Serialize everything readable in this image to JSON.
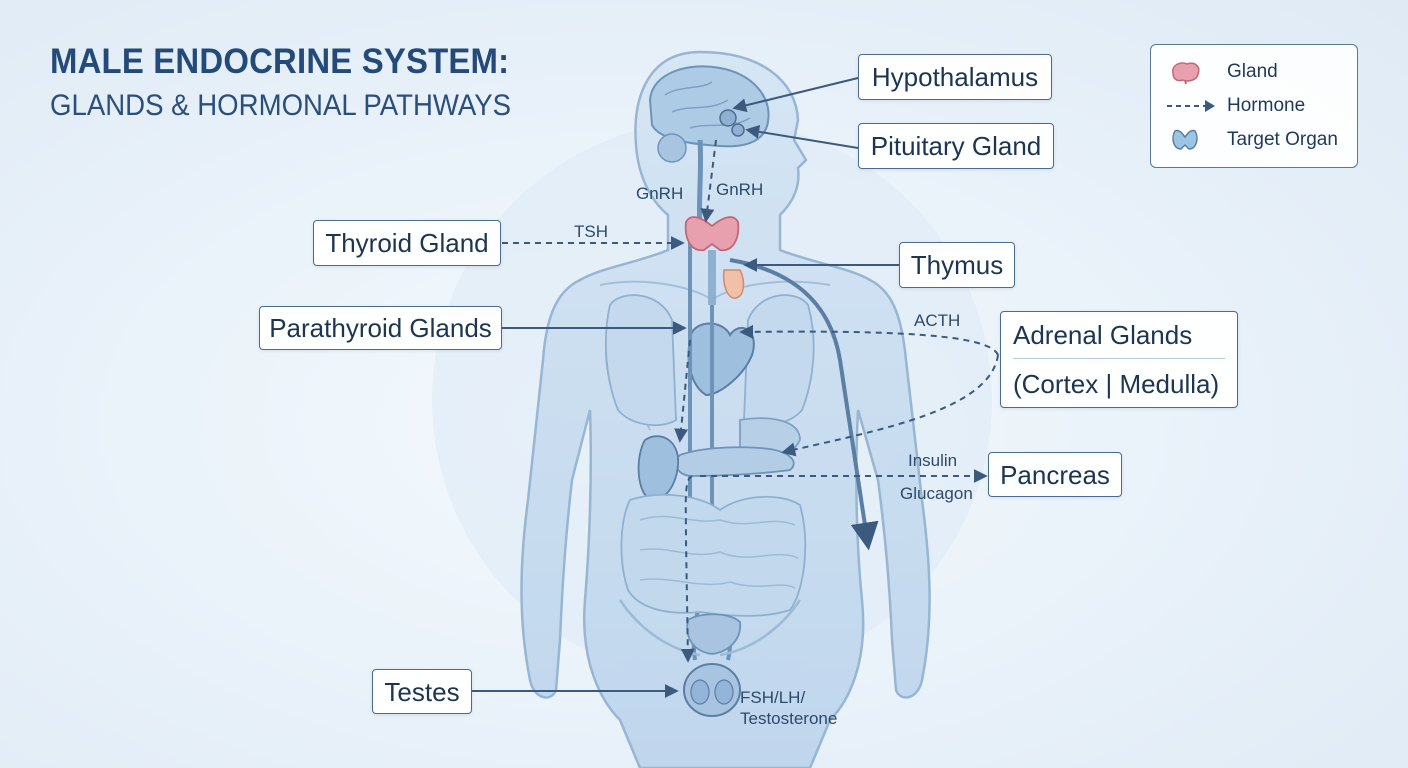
{
  "title": {
    "line1": "MALE ENDOCRINE SYSTEM:",
    "line2": "GLANDS & HORMONAL PATHWAYS"
  },
  "labels": {
    "hypothalamus": "Hypothalamus",
    "pituitary": "Pituitary Gland",
    "thyroid": "Thyroid Gland",
    "thymus": "Thymus",
    "parathyroid": "Parathyroid Glands",
    "adrenal_line1": "Adrenal Glands",
    "adrenal_line2": "(Cortex | Medulla)",
    "pancreas": "Pancreas",
    "testes": "Testes"
  },
  "hormones": {
    "gnrh_left": "GnRH",
    "gnrh_right": "GnRH",
    "tsh": "TSH",
    "acth": "ACTH",
    "insulin": "Insulin",
    "glucagon": "Glucagon",
    "fsh_lh": "FSH/LH/",
    "testosterone": "Testosterone"
  },
  "legend": {
    "gland": "Gland",
    "hormone": "Hormone",
    "target_organ": "Target Organ"
  },
  "colors": {
    "title": "#234a78",
    "pathway": "#3b5a7e",
    "gland_pink": "#e8a0ae",
    "target_blue": "#9cc5e4",
    "body_fill": "#c9ddf0"
  }
}
